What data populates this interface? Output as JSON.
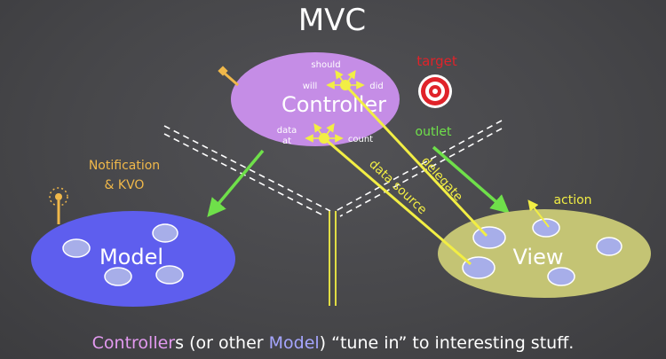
{
  "title": "MVC",
  "controller_label": "Controller",
  "model_label": "Model",
  "view_label": "View",
  "delegate_words": [
    "should",
    "will",
    "did"
  ],
  "datasource_words": [
    "data",
    "at",
    "count"
  ],
  "target_label": "target",
  "outlet_label": "outlet",
  "delegate_label": "delegate",
  "data_source_label": "data source",
  "action_label": "action",
  "notification_line1": "Notification",
  "notification_line2": "& KVO",
  "footer": {
    "part1": "Controller",
    "part2": "s (or other ",
    "part3": "Model",
    "part4": ") “tune in” to interesting stuff."
  },
  "colors": {
    "background": "#48484b",
    "controller": "#c58de6",
    "model": "#5e5eee",
    "view": "#c4c474",
    "yellow": "#f2ee44",
    "green": "#6fe04a",
    "target_red": "#e0232a",
    "notification": "#f0b84a",
    "footer_controller": "#e39af0",
    "footer_model": "#a6a6ff"
  }
}
